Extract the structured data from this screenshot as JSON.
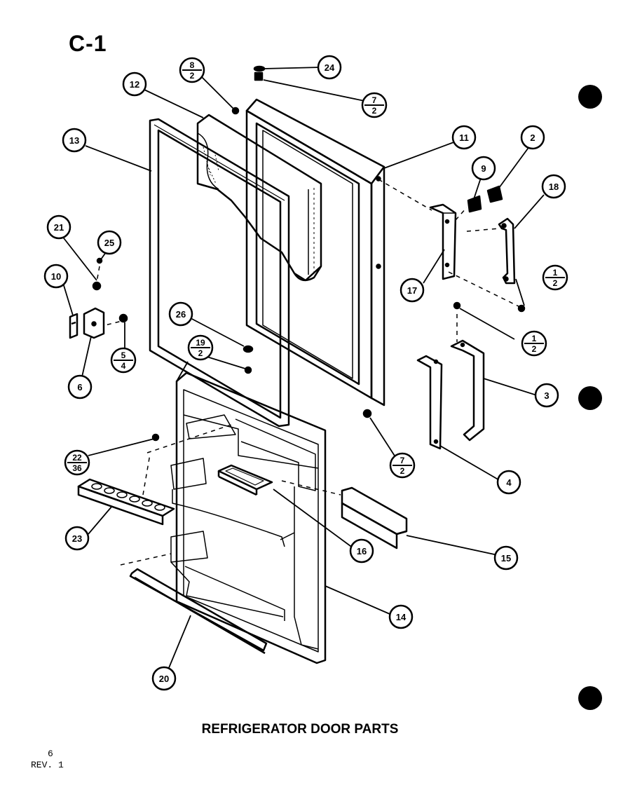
{
  "page_label": "C-1",
  "caption": "REFRIGERATOR DOOR PARTS",
  "footer": {
    "page_number": "6",
    "revision": "REV. 1"
  },
  "callouts": [
    {
      "id": "c24",
      "text": "24"
    },
    {
      "id": "c12",
      "text": "12"
    },
    {
      "id": "c13",
      "text": "13"
    },
    {
      "id": "c11",
      "text": "11"
    },
    {
      "id": "c2",
      "text": "2"
    },
    {
      "id": "c9",
      "text": "9"
    },
    {
      "id": "c18",
      "text": "18"
    },
    {
      "id": "c21",
      "text": "21"
    },
    {
      "id": "c25",
      "text": "25"
    },
    {
      "id": "c10",
      "text": "10"
    },
    {
      "id": "c17",
      "text": "17"
    },
    {
      "id": "c26",
      "text": "26"
    },
    {
      "id": "c6",
      "text": "6"
    },
    {
      "id": "c3",
      "text": "3"
    },
    {
      "id": "c4",
      "text": "4"
    },
    {
      "id": "c23",
      "text": "23"
    },
    {
      "id": "c16",
      "text": "16"
    },
    {
      "id": "c15",
      "text": "15"
    },
    {
      "id": "c14",
      "text": "14"
    },
    {
      "id": "c20",
      "text": "20"
    }
  ],
  "fraction_callouts": [
    {
      "id": "f8_2",
      "top": "8",
      "bottom": "2"
    },
    {
      "id": "f7_2a",
      "top": "7",
      "bottom": "2"
    },
    {
      "id": "f1_2a",
      "top": "1",
      "bottom": "2"
    },
    {
      "id": "f1_2b",
      "top": "1",
      "bottom": "2"
    },
    {
      "id": "f5_4",
      "top": "5",
      "bottom": "4"
    },
    {
      "id": "f19_2",
      "top": "19",
      "bottom": "2"
    },
    {
      "id": "f7_2b",
      "top": "7",
      "bottom": "2"
    },
    {
      "id": "f22_36",
      "top": "22",
      "bottom": "36"
    }
  ]
}
